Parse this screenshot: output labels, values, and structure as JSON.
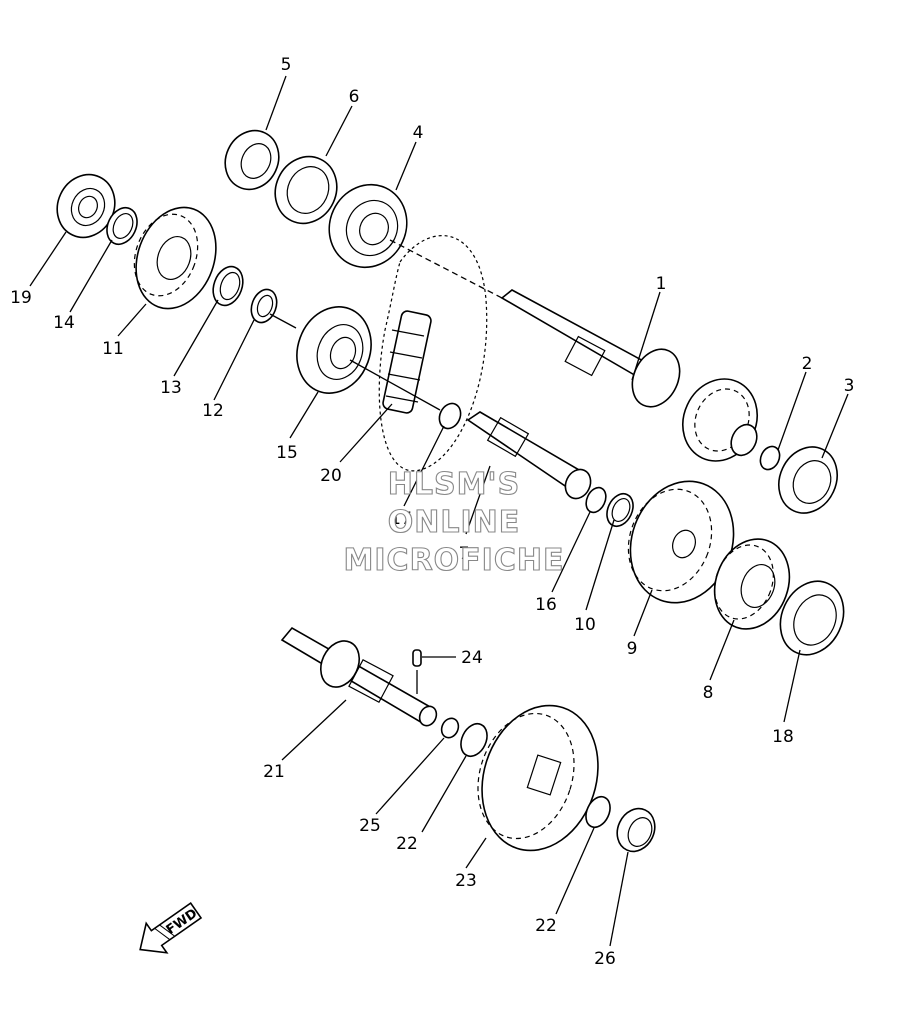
{
  "callouts": [
    {
      "id": "c1",
      "label": "1"
    },
    {
      "id": "c2",
      "label": "2"
    },
    {
      "id": "c3",
      "label": "3"
    },
    {
      "id": "c4",
      "label": "4"
    },
    {
      "id": "c5",
      "label": "5"
    },
    {
      "id": "c6",
      "label": "6"
    },
    {
      "id": "c7",
      "label": "7"
    },
    {
      "id": "c8",
      "label": "8"
    },
    {
      "id": "c9",
      "label": "9"
    },
    {
      "id": "c10",
      "label": "10"
    },
    {
      "id": "c11",
      "label": "11"
    },
    {
      "id": "c12",
      "label": "12"
    },
    {
      "id": "c13",
      "label": "13"
    },
    {
      "id": "c14",
      "label": "14"
    },
    {
      "id": "c15",
      "label": "15"
    },
    {
      "id": "c16",
      "label": "16"
    },
    {
      "id": "c17",
      "label": "17"
    },
    {
      "id": "c18",
      "label": "18"
    },
    {
      "id": "c19",
      "label": "19"
    },
    {
      "id": "c20",
      "label": "20"
    },
    {
      "id": "c21",
      "label": "21"
    },
    {
      "id": "c22a",
      "label": "22"
    },
    {
      "id": "c22b",
      "label": "22"
    },
    {
      "id": "c23",
      "label": "23"
    },
    {
      "id": "c24",
      "label": "24"
    },
    {
      "id": "c25",
      "label": "25"
    },
    {
      "id": "c26",
      "label": "26"
    }
  ],
  "watermark": {
    "line1": "HLSM'S",
    "line2": "ONLINE",
    "line3": "MICROFICHE"
  },
  "fwd_label": "FWD"
}
